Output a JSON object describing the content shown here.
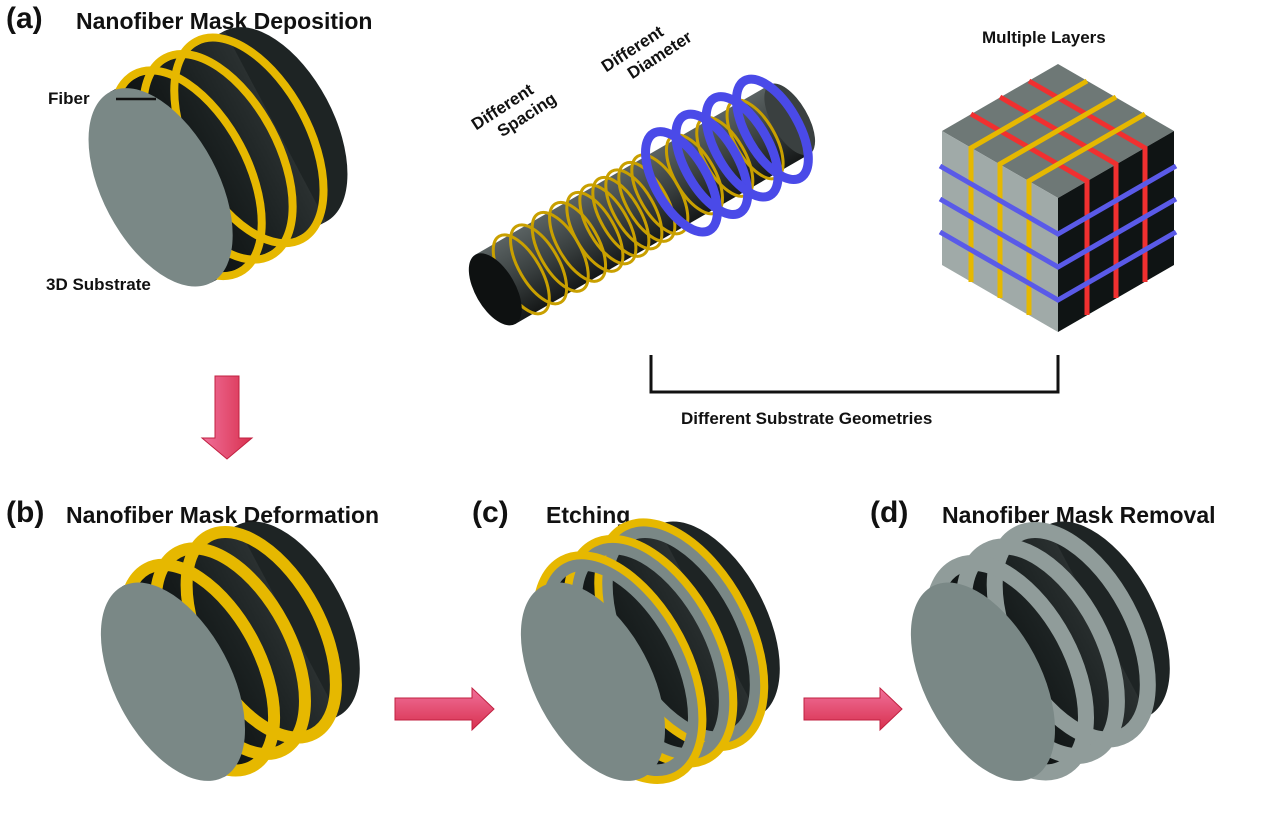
{
  "panels": {
    "a": {
      "letter": "(a)",
      "title": "Nanofiber Mask Deposition"
    },
    "b": {
      "letter": "(b)",
      "title": "Nanofiber Mask Deformation"
    },
    "c": {
      "letter": "(c)",
      "title": "Etching"
    },
    "d": {
      "letter": "(d)",
      "title": "Nanofiber Mask Removal"
    }
  },
  "annotations": {
    "fiber": "Fiber",
    "substrate": "3D Substrate",
    "spacing_line1": "Different",
    "spacing_line2": "Spacing",
    "diameter_line1": "Different",
    "diameter_line2": "Diameter",
    "multiple_layers": "Multiple Layers",
    "geometries": "Different Substrate Geometries"
  },
  "colors": {
    "substrate_face": "#7a8886",
    "substrate_side": "#15191a",
    "fiber_gold": "#e6b800",
    "fiber_blue": "#4a4ae8",
    "fiber_red": "#f03030",
    "arrow": "#e84a70",
    "cube_light": "#a0aaa8",
    "cube_top": "#6e7876",
    "cube_dark": "#0f1414"
  }
}
